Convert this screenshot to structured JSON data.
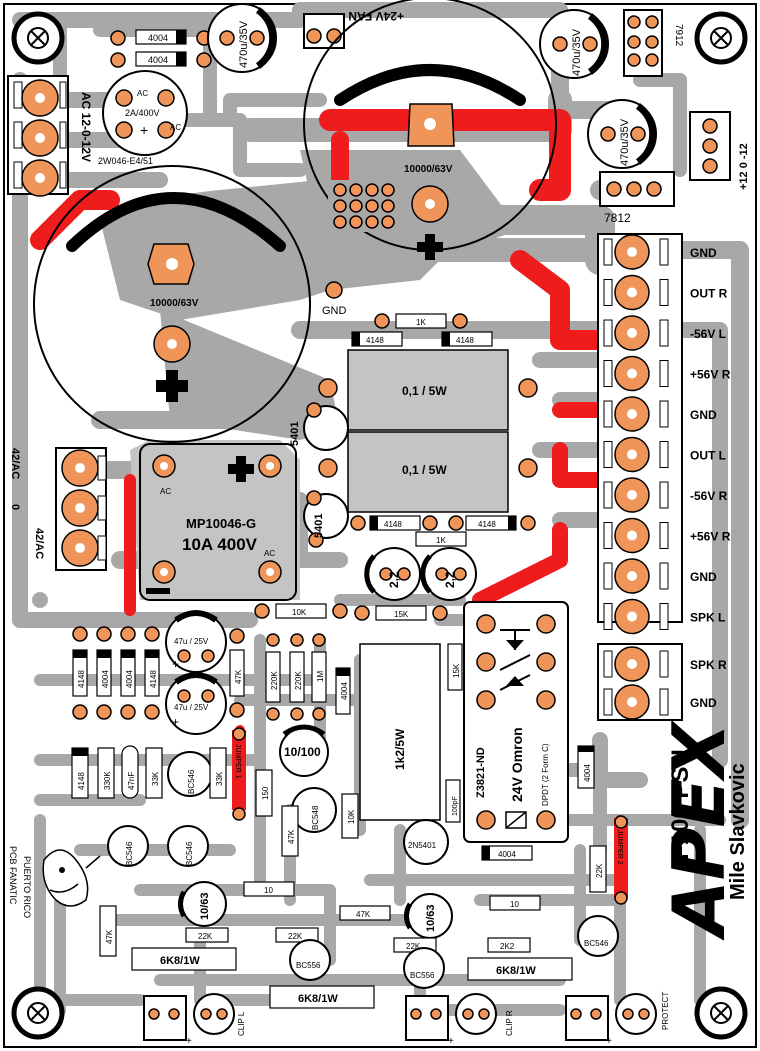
{
  "colors": {
    "trace": "#a8a8a8",
    "power": "#ee1c1c",
    "pad": "#f0955a",
    "ink": "#000000",
    "board": "#ffffff"
  },
  "header": {
    "fan": "+24V FAN"
  },
  "caps": {
    "c1": "470u/35V",
    "c2": "470u/35V",
    "c3": "470u/35V",
    "big_left": "10000/63V",
    "big_right": "10000/63V",
    "c47a": "47u / 25V",
    "c47b": "47u / 25V",
    "c10_100": "10/100",
    "c10_63a": "10/63",
    "c10_63b": "10/63",
    "c2_2a": "2,2",
    "c2_2b": "2,2",
    "c47n": "47nF",
    "c100p": "100pF"
  },
  "bridge": {
    "small_top": "2A/400V",
    "small_bottom": "2W046-E4/51",
    "ac": "AC",
    "big_name": "MP10046-G",
    "big_rating": "10A 400V"
  },
  "regs": {
    "r7912": "7912",
    "r7812": "7812"
  },
  "diodes": {
    "d4004": "4004",
    "d4148": "4148",
    "d5401": "5401"
  },
  "resistors": {
    "r1k": "1K",
    "r01_5w": "0,1 / 5W",
    "r10k": "10K",
    "r15k": "15K",
    "r220k": "220K",
    "r1m": "1M",
    "r47k": "47K",
    "r330k": "330K",
    "r33k": "33K",
    "r1k2": "1k2/5W",
    "r150": "150",
    "r10": "10",
    "r22k": "22K",
    "r2k2": "2K2",
    "r6k8": "6K8/1W",
    "r6k8b": "6K8/1W",
    "r6k8c": "6K8/1W",
    "r10k_s": "10K"
  },
  "transistors": {
    "bc546": "BC546",
    "bc556": "BC556",
    "bc548": "BC548",
    "n5401": "2N5401"
  },
  "relay": {
    "model": "Z3821-ND",
    "brand": "24V Omron",
    "note": "DPDT (2 Form C)"
  },
  "terminals_right": [
    "GND",
    "OUT R",
    "-56V L",
    "+56V R",
    "GND",
    "OUT L",
    "-56V R",
    "+56V R",
    "GND",
    "SPK L"
  ],
  "terminals_spk": [
    "SPK R",
    "GND"
  ],
  "connectors": {
    "ac_top": "AC 12-0-12V",
    "ac_left_a": "42/AC",
    "ac_left_b": "0",
    "ac_left_c": "42/AC",
    "rail": "+12  0  -12",
    "gnd": "GND"
  },
  "jumpers": {
    "j1": "JUMPER 1",
    "j2": "JUMPER 2"
  },
  "leds": {
    "clip_l": "CLIP L",
    "clip_r": "CLIP R",
    "protect": "PROTECT"
  },
  "branding": {
    "title": "F100 PSU",
    "logo": "APEX",
    "author": "Mile Slavkovic",
    "credit1": "PUERTO RICO",
    "credit2": "PCB FANATIC"
  }
}
